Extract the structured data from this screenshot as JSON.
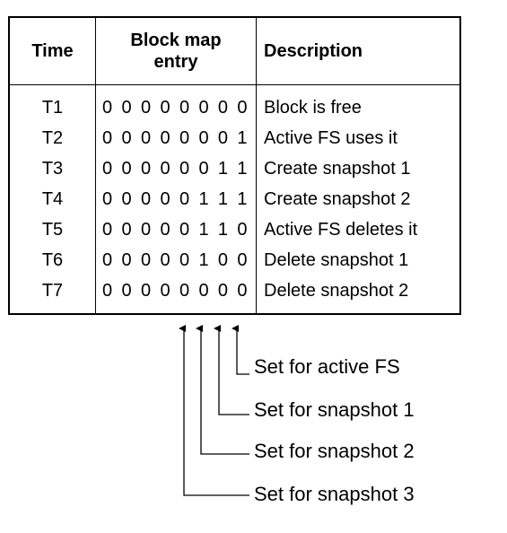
{
  "table": {
    "headers": {
      "time": "Time",
      "entry": "Block map entry",
      "description": "Description"
    },
    "rows": [
      {
        "time": "T1",
        "bits": "0 0 0 0 0 0 0 0",
        "description": "Block is free"
      },
      {
        "time": "T2",
        "bits": "0 0 0 0 0 0 0 1",
        "description": "Active FS uses it"
      },
      {
        "time": "T3",
        "bits": "0 0 0 0 0 0 1 1",
        "description": "Create snapshot 1"
      },
      {
        "time": "T4",
        "bits": "0 0 0 0 0 1 1 1",
        "description": "Create snapshot 2"
      },
      {
        "time": "T5",
        "bits": "0 0 0 0 0 1 1 0",
        "description": "Active FS deletes it"
      },
      {
        "time": "T6",
        "bits": "0 0 0 0 0 1 0 0",
        "description": "Delete snapshot 1"
      },
      {
        "time": "T7",
        "bits": "0 0 0 0 0 0 0 0",
        "description": "Delete snapshot 2"
      }
    ]
  },
  "callouts": [
    {
      "label": "Set for active FS"
    },
    {
      "label": "Set for snapshot 1"
    },
    {
      "label": "Set for snapshot 2"
    },
    {
      "label": "Set for snapshot 3"
    }
  ]
}
